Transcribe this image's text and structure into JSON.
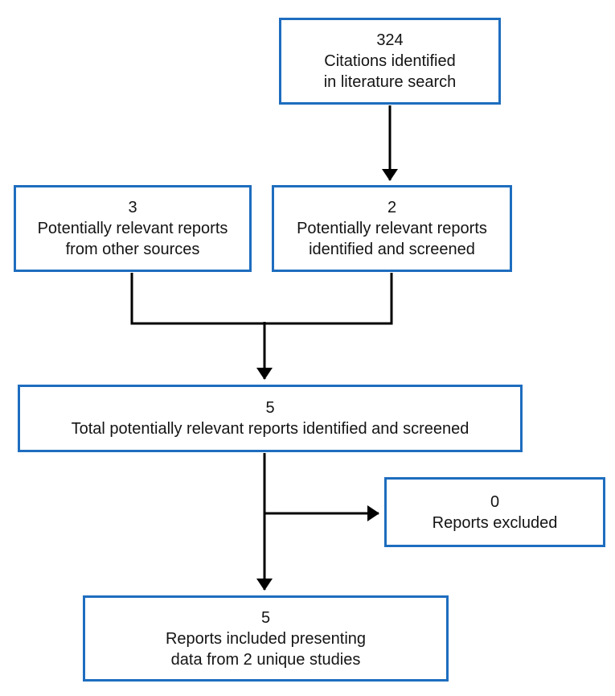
{
  "colors": {
    "background": "#ffffff",
    "box-border": "#1e6dbf",
    "arrow": "#000000",
    "text": "#141414"
  },
  "nodes": {
    "citations": {
      "count": "324",
      "line1": "Citations identified",
      "line2": "in literature search"
    },
    "other_sources": {
      "count": "3",
      "line1": "Potentially relevant reports",
      "line2": "from other sources"
    },
    "screened": {
      "count": "2",
      "line1": "Potentially relevant reports",
      "line2": "identified and screened"
    },
    "total": {
      "count": "5",
      "line1": "Total potentially relevant reports identified and screened"
    },
    "excluded": {
      "count": "0",
      "line1": "Reports excluded"
    },
    "included": {
      "count": "5",
      "line1": "Reports included presenting",
      "line2": "data from 2 unique studies"
    }
  }
}
